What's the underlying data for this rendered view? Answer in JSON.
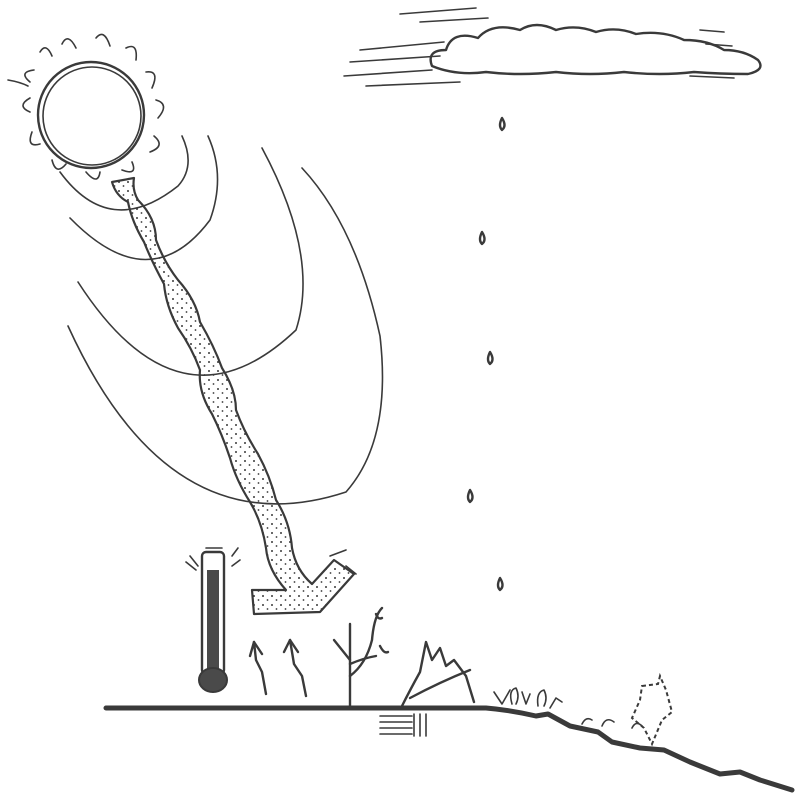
{
  "scene": {
    "kind": "hand-drawn sketch",
    "colors": {
      "ink": "#3a3a3a",
      "background": "#ffffff",
      "thermometer_fill": "#4a4a4a"
    },
    "elements": [
      "sun-icon",
      "cloud-icon",
      "wind-streaks",
      "raindrops",
      "radiation-arcs",
      "solar-radiation-arrow",
      "thermometer-icon",
      "heat-arrows",
      "tree-sapling",
      "grass-tuft",
      "ground-line",
      "soil-layers-icon",
      "seedlings",
      "downhill-flow-arrow"
    ],
    "raindrop_count": 5
  }
}
